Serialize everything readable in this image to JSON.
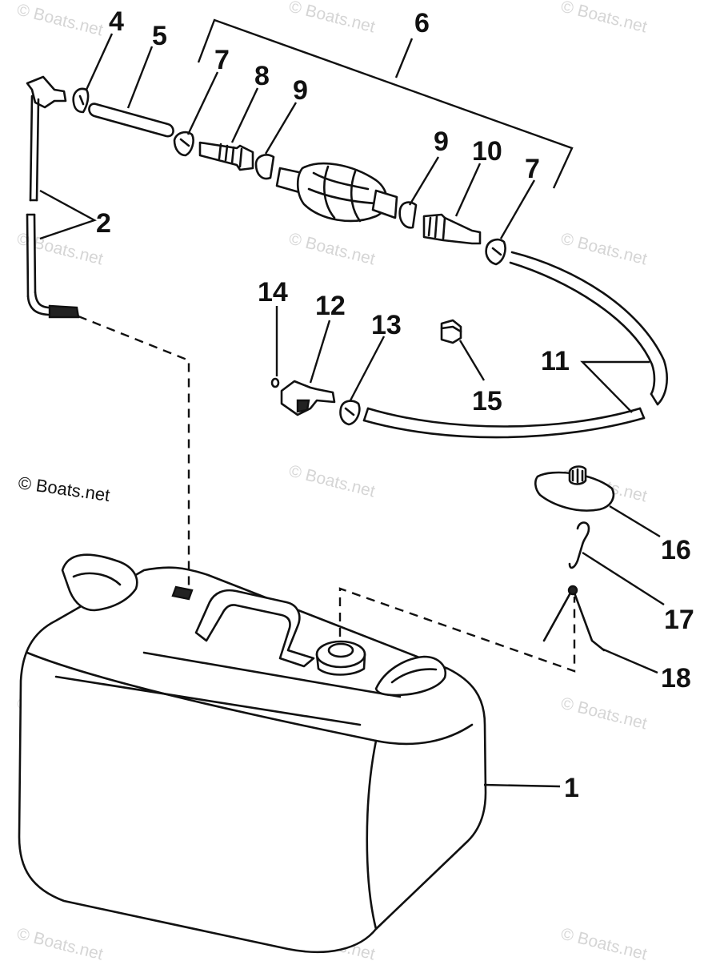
{
  "watermark": {
    "text": "© Boats.net",
    "credit": "© Boats.net"
  },
  "callouts": {
    "c1": "1",
    "c2": "2",
    "c4": "4",
    "c5": "5",
    "c6": "6",
    "c7a": "7",
    "c7b": "7",
    "c8": "8",
    "c9a": "9",
    "c9b": "9",
    "c10": "10",
    "c11": "11",
    "c12": "12",
    "c13": "13",
    "c14": "14",
    "c15": "15",
    "c16": "16",
    "c17": "17",
    "c18": "18"
  }
}
